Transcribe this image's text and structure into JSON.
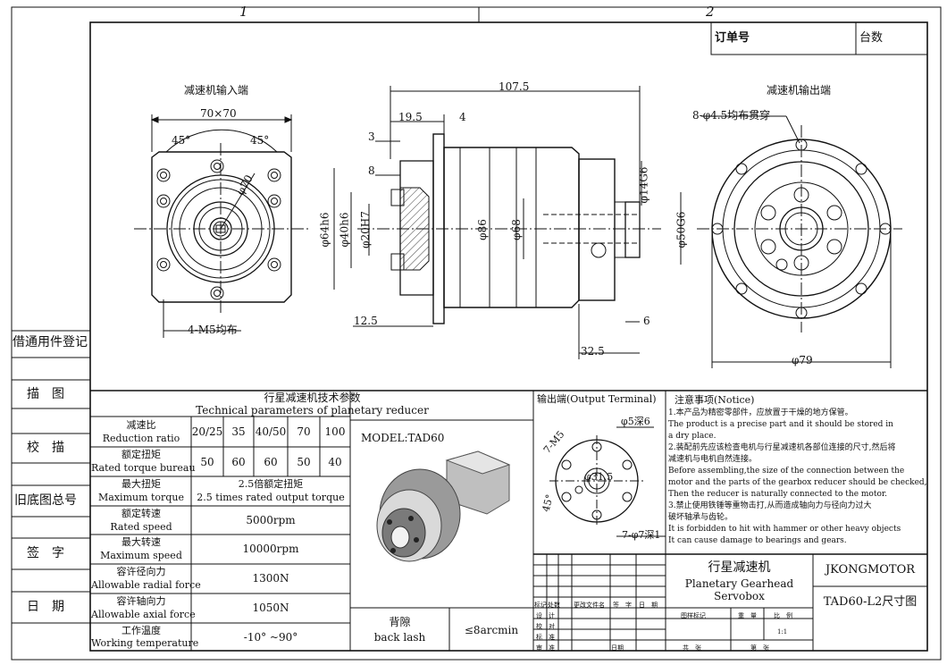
{
  "zones": {
    "z1": "1",
    "z2": "2"
  },
  "order": {
    "order_no_label": "订单号",
    "quantity_label": "台数"
  },
  "views": {
    "input_title": "减速机输入端",
    "output_title": "减速机输出端"
  },
  "dims": {
    "flange": "70×70",
    "a45_left": "45°",
    "a45_right": "45°",
    "d70": "φ70",
    "m5": "4-M5均布",
    "len107": "107.5",
    "len19": "19.5",
    "len4": "4",
    "len3": "3",
    "len8": "8",
    "len12": "12.5",
    "len6": "6",
    "len32": "32.5",
    "d64": "φ64h6",
    "d40": "φ40h6",
    "d20": "φ20H7",
    "d86": "φ86",
    "d68": "φ68",
    "d14": "φ14G6",
    "d50": "φ50G6",
    "d79": "φ79",
    "holes8": "8-φ4.5均布贯穿"
  },
  "left_labels": [
    {
      "name": "borrow-register",
      "text": "借通用件登记"
    },
    {
      "name": "drawn",
      "text": "描　图"
    },
    {
      "name": "traced",
      "text": "校　描"
    },
    {
      "name": "old-drawing-no",
      "text": "旧底图总号"
    },
    {
      "name": "signature",
      "text": "签　字"
    },
    {
      "name": "date",
      "text": "日　期"
    }
  ],
  "params": {
    "title_cn": "行星减速机技术参数",
    "title_en": "Technical parameters of planetary reducer",
    "ratio_cn": "减速比",
    "ratio_en": "Reduction ratio",
    "ratios": [
      "20/25",
      "35",
      "40/50",
      "70",
      "100"
    ],
    "torque_cn": "额定扭矩",
    "torque_en": "Rated torque bureau",
    "torques": [
      "50",
      "60",
      "60",
      "50",
      "40"
    ],
    "maxtorque_cn": "最大扭矩",
    "maxtorque_en": "Maximum torque",
    "maxtorque_val_cn": "2.5倍额定扭矩",
    "maxtorque_val_en": "2.5 times rated output torque",
    "speed_cn": "额定转速",
    "speed_en": "Rated speed",
    "speed_val": "5000rpm",
    "maxspeed_cn": "最大转速",
    "maxspeed_en": "Maximum speed",
    "maxspeed_val": "10000rpm",
    "radial_cn": "容许径向力",
    "radial_en": "Allowable radial force",
    "radial_val": "1300N",
    "axial_cn": "容许轴向力",
    "axial_en": "Allowable axial force",
    "axial_val": "1050N",
    "temp_cn": "工作温度",
    "temp_en": "Working temperature",
    "temp_val": "-10° ~90°"
  },
  "model": {
    "label": "MODEL:TAD60"
  },
  "backlash": {
    "cn": "背隙",
    "en": "back lash",
    "value": "≤8arcmin"
  },
  "output_terminal": {
    "title": "输出端(Output Terminal)",
    "d5": "φ5深6",
    "m5": "7-M5",
    "d31": "φ31.5",
    "a45": "45°",
    "d7": "7-φ7深1"
  },
  "notice": {
    "title": "注意事项(Notice)",
    "lines": [
      "1.本产品为精密零部件，应放置于干燥的地方保管。",
      "  The product is a precise part and it should be stored in",
      "  a dry place.",
      "2.装配前先应该检查电机与行星减速机各部位连接的尺寸,然后将",
      "  减速机与电机自然连接。",
      "  Before assembling,the size of the connection between the",
      "  motor and the parts of the gearbox reducer should be checked,",
      "  Then the reducer is naturally connected to the motor.",
      "3.禁止使用铁锤等重物击打,从而造成轴向力与径向力过大",
      "  破坏轴承与齿轮。",
      "  It is forbidden to hit with hammer or other heavy objects",
      "  It can cause damage to bearings and gears."
    ]
  },
  "title_block": {
    "name_cn": "行星减速机",
    "name_en1": "Planetary Gearhead",
    "name_en2": "Servobox",
    "company": "JKONGMOTOR",
    "drawing": "TAD60-L2尺寸图",
    "rev_headers": [
      "标记",
      "处数",
      "更改文件名",
      "签　字",
      "日　期"
    ],
    "rows": [
      "设　计",
      "校　对",
      "标　准",
      "审　准"
    ],
    "date_label": "日期",
    "mark_label": "图样标记",
    "weight_label": "重　量",
    "scale_label": "比　例",
    "scale_val": "1:1",
    "sheets_total": "共　张",
    "sheet_no": "第　张"
  }
}
